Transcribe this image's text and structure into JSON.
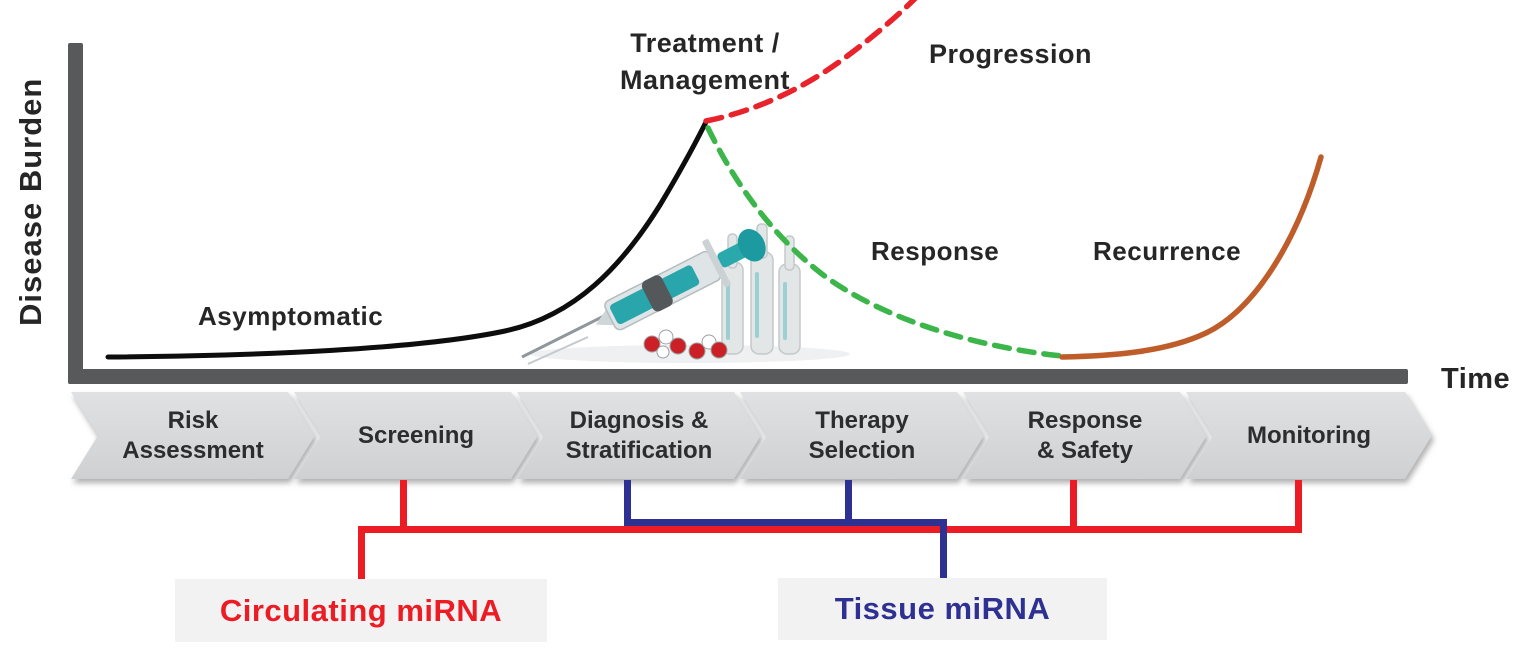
{
  "figure": {
    "y_axis_label": "Disease Burden",
    "x_axis_label": "Time",
    "curve_labels": {
      "asymptomatic": "Asymptomatic",
      "treatment_management": "Treatment /\nManagement",
      "progression": "Progression",
      "response": "Response",
      "recurrence": "Recurrence"
    },
    "curves": [
      {
        "name": "disease-burden-rise",
        "style": "solid",
        "color": "#0d0d0d"
      },
      {
        "name": "progression",
        "style": "dashed",
        "color": "#E8232B"
      },
      {
        "name": "response",
        "style": "dashed",
        "color": "#3CB54A"
      },
      {
        "name": "recurrence",
        "style": "solid",
        "color": "#BF5D2A"
      }
    ],
    "axis_color": "#58595B"
  },
  "stages": [
    {
      "label": "Risk\nAssessment"
    },
    {
      "label": "Screening"
    },
    {
      "label": "Diagnosis &\nStratification"
    },
    {
      "label": "Therapy\nSelection"
    },
    {
      "label": "Response\n& Safety"
    },
    {
      "label": "Monitoring"
    }
  ],
  "biomarkers": {
    "circulating": {
      "label": "Circulating miRNA",
      "color": "#EC1C24",
      "linked_stages": [
        "Screening",
        "Response & Safety",
        "Monitoring"
      ]
    },
    "tissue": {
      "label": "Tissue miRNA",
      "color": "#2E3192",
      "linked_stages": [
        "Diagnosis & Stratification",
        "Therapy Selection"
      ]
    }
  }
}
